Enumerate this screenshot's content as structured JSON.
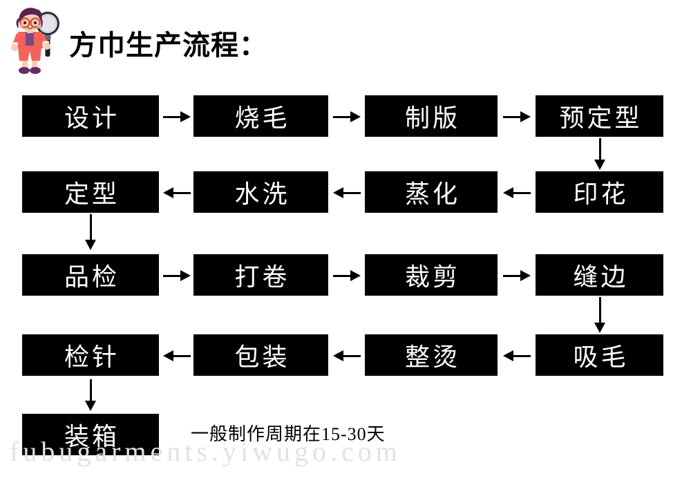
{
  "page": {
    "title": "方巾生产流程：",
    "background_color": "#ffffff",
    "node_fill": "#000000",
    "node_text_color": "#ffffff",
    "arrow_color": "#000000"
  },
  "mascot": {
    "icon": "girl-with-magnifier-icon",
    "hair_color": "#5b1f52",
    "outfit_color": "#f2645a",
    "skin_color": "#f7cdb4",
    "glass_lens_color": "#d6d2dd",
    "shoe_color": "#6a2a63",
    "shirt_color": "#7a4a86"
  },
  "flow": {
    "rows": [
      {
        "direction": "right",
        "nodes": [
          {
            "label": "设计"
          },
          {
            "label": "烧毛"
          },
          {
            "label": "制版"
          },
          {
            "label": "预定型"
          }
        ]
      },
      {
        "direction": "left",
        "nodes": [
          {
            "label": "定型"
          },
          {
            "label": "水洗"
          },
          {
            "label": "蒸化"
          },
          {
            "label": "印花"
          }
        ]
      },
      {
        "direction": "right",
        "nodes": [
          {
            "label": "品检"
          },
          {
            "label": "打卷"
          },
          {
            "label": "裁剪"
          },
          {
            "label": "缝边"
          }
        ]
      },
      {
        "direction": "left",
        "nodes": [
          {
            "label": "检针"
          },
          {
            "label": "包装"
          },
          {
            "label": "整烫"
          },
          {
            "label": "吸毛"
          }
        ]
      },
      {
        "direction": "right",
        "nodes": [
          {
            "label": "装箱"
          }
        ]
      }
    ],
    "connectors": [
      {
        "type": "vertical-down",
        "from": "预定型",
        "to": "印花",
        "side": "right"
      },
      {
        "type": "vertical-down",
        "from": "定型",
        "to": "品检",
        "side": "left"
      },
      {
        "type": "vertical-down",
        "from": "缝边",
        "to": "吸毛",
        "side": "right"
      },
      {
        "type": "vertical-down",
        "from": "检针",
        "to": "装箱",
        "side": "left"
      }
    ]
  },
  "caption": "一般制作周期在15-30天",
  "watermark": "fubugarments.yiwugo.com"
}
